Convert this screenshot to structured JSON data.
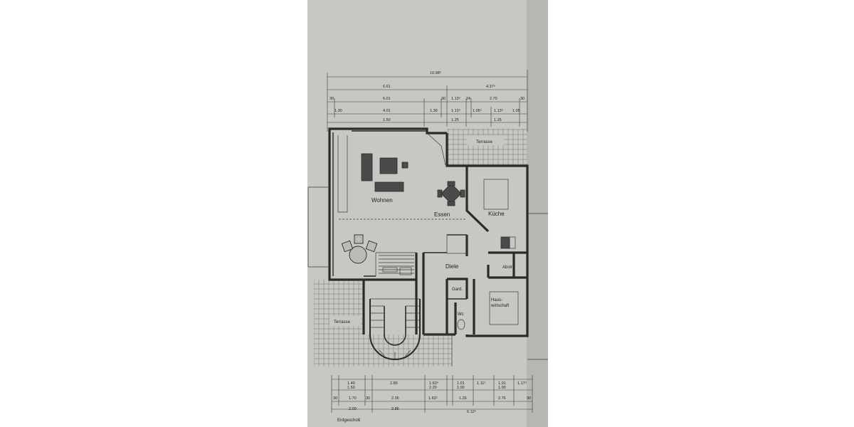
{
  "plan": {
    "title": "Erdgeschoß",
    "rooms": {
      "wohnen": "Wohnen",
      "essen": "Essen",
      "kueche": "Küche",
      "diele": "Diele",
      "abstr": "Abstr.",
      "gard": "Gard.",
      "haus_1": "Haus-",
      "haus_2": "wirtschaft",
      "wc": "Wc",
      "terrasse_top": "Terrasse",
      "terrasse_bottom": "Terrasse"
    }
  },
  "dimensions_top": {
    "total": "10.98⁵",
    "row2": [
      "6.61",
      "4.37⁵"
    ],
    "row3": [
      "30",
      "6.01",
      "30",
      "1.13⁵",
      "24",
      "2.70",
      "30"
    ],
    "row4": [
      "1.30",
      "4.01",
      "1.30",
      "1.13⁵",
      "1.05⁵",
      "1.13⁵",
      "1.05"
    ],
    "row5": [
      "1.50",
      "1.25",
      "1.25"
    ]
  },
  "dimensions_bottom": {
    "row1": [
      "1.40",
      "2.80",
      "1.63⁵",
      "1.01",
      "1.11⁵",
      "1.01",
      "1.17⁵"
    ],
    "row2": [
      "1.50",
      "2.20",
      "1.00",
      "1.00"
    ],
    "row3": [
      "30",
      "1.70",
      "30",
      "2.26",
      "1.63⁵",
      "1.26",
      "2.76",
      "30"
    ],
    "row4": [
      "2.00",
      "2.86",
      "6.12⁵"
    ]
  }
}
